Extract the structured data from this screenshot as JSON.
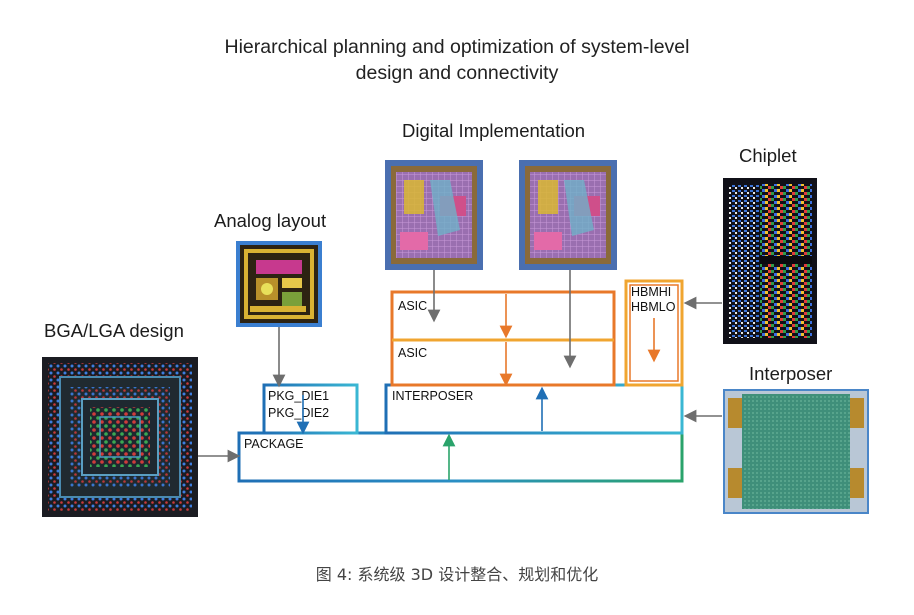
{
  "title": {
    "line1": "Hierarchical planning and optimization of system-level",
    "line2": "design and connectivity"
  },
  "labels": {
    "digital": "Digital Implementation",
    "chiplet": "Chiplet",
    "analog": "Analog layout",
    "bga": "BGA/LGA design",
    "interposer": "Interposer"
  },
  "boxes": {
    "asic_top": "ASIC",
    "asic_bottom": "ASIC",
    "hbmhi": "HBMHI",
    "hbmlo": "HBMLO",
    "pkg_die1": "PKG_DIE1",
    "pkg_die2": "PKG_DIE2",
    "interposer": "INTERPOSER",
    "package": "PACKAGE"
  },
  "colors": {
    "asic_orange": "#e8782a",
    "hbm_orange": "#f0a530",
    "blue": "#1f6fb5",
    "cyan": "#3ab7d3",
    "green": "#2aa36b",
    "arrow_gray": "#6e6e6e"
  },
  "caption": "图 4: 系统级 3D 设计整合、规划和优化"
}
